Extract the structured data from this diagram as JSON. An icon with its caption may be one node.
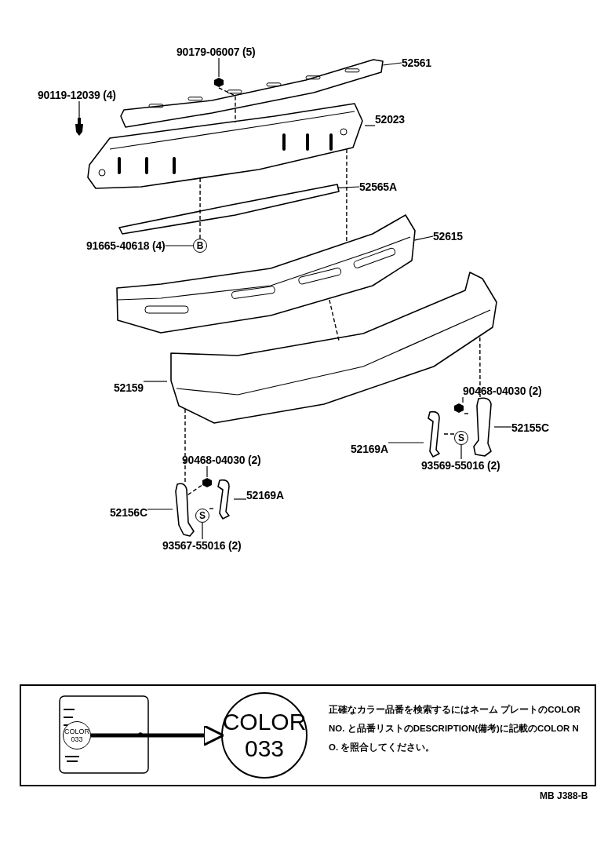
{
  "diagram": {
    "nodes": [
      {
        "text": [
          "90179-06007 (5)"
        ]
      },
      {
        "text": [
          "52561"
        ]
      },
      {
        "text": [
          "90119-12039 (4)"
        ]
      },
      {
        "text": [
          "52023"
        ]
      },
      {
        "text": [
          "52565A"
        ]
      },
      {
        "text": [
          "91665-40618 (4)"
        ]
      },
      {
        "text": [
          "B"
        ]
      },
      {
        "text": [
          "52615"
        ]
      },
      {
        "text": [
          "52159"
        ]
      },
      {
        "text": [
          "90468-04030 (2)"
        ]
      },
      {
        "text": [
          "52155C"
        ]
      },
      {
        "text": [
          "52169A"
        ]
      },
      {
        "text": [
          "93569-55016 (2)"
        ]
      },
      {
        "text": [
          "90468-04030 (2)"
        ]
      },
      {
        "text": [
          "52169A"
        ]
      },
      {
        "text": [
          "52156C"
        ]
      },
      {
        "text": [
          "93567-55016 (2)"
        ]
      },
      {
        "text": [
          "S"
        ]
      },
      {
        "text": [
          "S"
        ]
      },
      {
        "text": [],
        "shape": "picture"
      },
      {
        "text": [],
        "shape": "picture"
      },
      {
        "text": [],
        "shape": "picture"
      },
      {
        "text": [],
        "shape": "picture"
      },
      {
        "text": [],
        "shape": "picture"
      },
      {
        "text": [],
        "shape": "picture"
      },
      {
        "text": [],
        "shape": "picture"
      },
      {
        "text": [],
        "shape": "picture"
      },
      {
        "text": [],
        "shape": "picture"
      },
      {
        "text": [],
        "shape": "picture"
      },
      {
        "text": [],
        "shape": "picture"
      },
      {
        "text": [],
        "shape": "picture"
      },
      {
        "text": [],
        "shape": "picture"
      },
      {
        "text": [
          "正確なカラー品番を検索するにはネーム プレートのCOLOR NO. と品番リストのDESCRIPTION(備考)に記載のCOLOR NO. を照合してください。"
        ]
      },
      {
        "text": [],
        "shape": "picture",
        "in": 32
      },
      {
        "text": [
          "COLOR 033"
        ],
        "in": 33
      },
      {
        "text": [
          "COLOR 033"
        ],
        "in": 32
      }
    ],
    "edges": [
      {
        "from": 0,
        "to": 19,
        "arrow": "none"
      },
      {
        "from": 1,
        "to": 20,
        "arrow": "none"
      },
      {
        "from": 2,
        "to": 21,
        "arrow": "none"
      },
      {
        "from": 3,
        "to": 22,
        "arrow": "none"
      },
      {
        "from": 4,
        "to": 23,
        "arrow": "none"
      },
      {
        "from": 5,
        "to": 6,
        "arrow": "none"
      },
      {
        "from": 7,
        "to": 24,
        "arrow": "none"
      },
      {
        "from": 8,
        "to": 25,
        "arrow": "none"
      },
      {
        "from": 9,
        "to": 26,
        "arrow": "none"
      },
      {
        "from": 10,
        "to": 27,
        "arrow": "none"
      },
      {
        "from": 11,
        "to": 28,
        "arrow": "none"
      },
      {
        "from": 12,
        "to": 17,
        "arrow": "none"
      },
      {
        "from": 13,
        "to": 29,
        "arrow": "none"
      },
      {
        "from": 14,
        "to": 30,
        "arrow": "none"
      },
      {
        "from": 15,
        "to": 31,
        "arrow": "none"
      },
      {
        "from": 16,
        "to": 18,
        "arrow": "none"
      },
      {
        "from": 19,
        "to": 22,
        "arrow": "none",
        "style": "dashed"
      },
      {
        "from": 6,
        "to": 22,
        "arrow": "none",
        "style": "dashed"
      },
      {
        "from": 22,
        "to": 24,
        "arrow": "none",
        "style": "dashed"
      },
      {
        "from": 25,
        "to": 31,
        "arrow": "none",
        "style": "dashed"
      },
      {
        "from": 25,
        "to": 27,
        "arrow": "none",
        "style": "dashed"
      },
      {
        "from": 29,
        "to": 31,
        "arrow": "none",
        "style": "dashed"
      },
      {
        "from": 18,
        "to": 30,
        "arrow": "none",
        "style": "dashed"
      },
      {
        "from": 26,
        "to": 27,
        "arrow": "none",
        "style": "dashed"
      },
      {
        "from": 17,
        "to": 28,
        "arrow": "none",
        "style": "dashed"
      },
      {
        "from": 34,
        "to": 35,
        "arrow": "to",
        "style": "thick"
      },
      {
        "from": 24,
        "to": 25,
        "arrow": "none",
        "style": "dashed"
      }
    ],
    "labels": [
      "MB J388-B"
    ]
  }
}
